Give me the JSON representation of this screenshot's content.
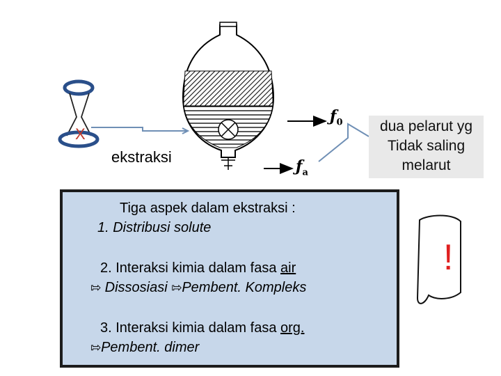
{
  "labels": {
    "unknown": "X",
    "process": "ekstraksi",
    "phase_organic": {
      "symbol": "ƒ",
      "subscript": "0"
    },
    "phase_aqueous": {
      "symbol": "ƒ",
      "subscript": "a"
    },
    "solvents": [
      "dua pelarut yg",
      "Tidak saling",
      "melarut"
    ]
  },
  "panel": {
    "title": "Tiga aspek dalam ekstraksi :",
    "aspect1": "1.  Distribusi solute",
    "aspect2_prefix": "2. Interaksi kimia dalam fasa ",
    "aspect2_underlined": "air",
    "aspect2_item1": "Dissosiasi",
    "aspect2_item2": "Pembent. Kompleks",
    "aspect3_prefix": "3. Interaksi kimia dalam fasa ",
    "aspect3_underlined": "org.",
    "aspect3_item1": "Pembent. dimer",
    "bullet_glyph": "⇰"
  },
  "note": {
    "mark": "!"
  },
  "colors": {
    "panel_bg": "#c7d7ea",
    "solvent_box_bg": "#e9e9e9",
    "unknown_label": "#c0392b",
    "exclamation": "#e02020",
    "connector": "#6f8fb5",
    "funnel_ring": "#2a4f8a"
  }
}
